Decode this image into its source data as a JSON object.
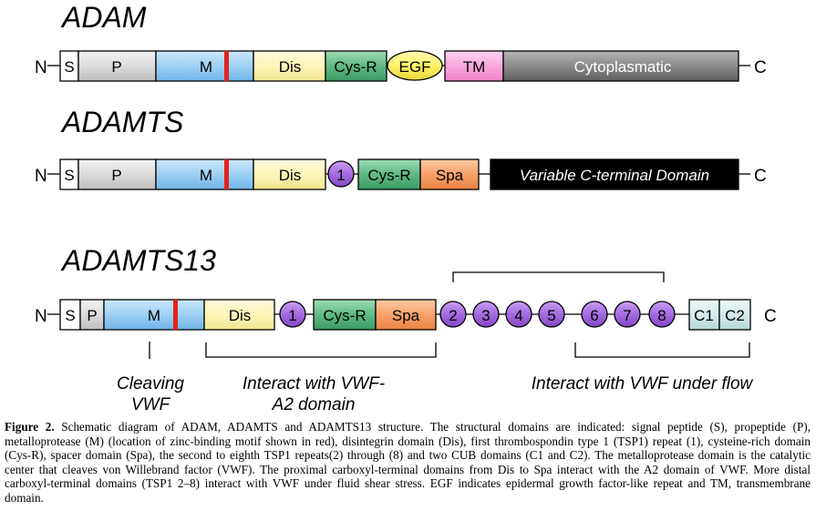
{
  "terminals": {
    "n": "N",
    "c": "C"
  },
  "adam": {
    "title": "ADAM",
    "domains": {
      "s": {
        "label": "S",
        "color": "#ffffff"
      },
      "p": {
        "label": "P",
        "color": "#e3e3e3"
      },
      "m": {
        "label": "M",
        "color": "#a9d6f5"
      },
      "dis": {
        "label": "Dis",
        "color": "#fdf7c3"
      },
      "cys": {
        "label": "Cys-R",
        "color": "#5fba84"
      },
      "egf": {
        "label": "EGF",
        "color": "#fff36b"
      },
      "tm": {
        "label": "TM",
        "color": "#f8a8dc"
      },
      "cyto": {
        "label": "Cytoplasmatic",
        "color": "#808080"
      }
    }
  },
  "adamts": {
    "title": "ADAMTS",
    "domains": {
      "s": {
        "label": "S"
      },
      "p": {
        "label": "P"
      },
      "m": {
        "label": "M"
      },
      "dis": {
        "label": "Dis"
      },
      "tsp1": {
        "label": "1",
        "color": "#a56be0"
      },
      "cys": {
        "label": "Cys-R"
      },
      "spa": {
        "label": "Spa",
        "color": "#f7a26a"
      },
      "variable": {
        "label": "Variable C-terminal Domain",
        "color": "#000000"
      }
    }
  },
  "adamts13": {
    "title": "ADAMTS13",
    "domains": {
      "s": {
        "label": "S"
      },
      "p": {
        "label": "P"
      },
      "m": {
        "label": "M"
      },
      "dis": {
        "label": "Dis"
      },
      "tsp1": {
        "label": "1"
      },
      "cys": {
        "label": "Cys-R"
      },
      "spa": {
        "label": "Spa"
      },
      "tsp_repeats": [
        "2",
        "3",
        "4",
        "5",
        "6",
        "7",
        "8"
      ],
      "c1": {
        "label": "C1",
        "color": "#d4ecec"
      },
      "c2": {
        "label": "C2",
        "color": "#d4ecec"
      }
    },
    "annotations": {
      "cleaving": [
        "Cleaving",
        "VWF"
      ],
      "a2": [
        "Interact with VWF-",
        "A2 domain"
      ],
      "flow": "Interact with VWF under flow"
    }
  },
  "zinc_motif_color": "#e2231a",
  "caption": {
    "label": "Figure 2.",
    "text": " Schematic diagram of ADAM, ADAMTS and ADAMTS13 structure. The structural domains are indicated: signal peptide (S), propeptide (P), metalloprotease (M) (location of zinc-binding motif shown in red), disintegrin domain (Dis), first thrombospondin type 1 (TSP1) repeat (1), cysteine-rich domain (Cys-R), spacer domain (Spa), the second to eighth TSP1 repeats(2) through (8) and two CUB domains (C1 and C2). The metalloprotease domain is the catalytic center that cleaves von Willebrand factor (VWF). The proximal carboxyl-terminal domains from Dis to Spa interact with the A2 domain of VWF. More distal carboxyl-terminal domains (TSP1 2–8) interact with VWF under fluid shear stress. EGF indicates epidermal growth factor-like repeat and TM, transmembrane domain."
  }
}
